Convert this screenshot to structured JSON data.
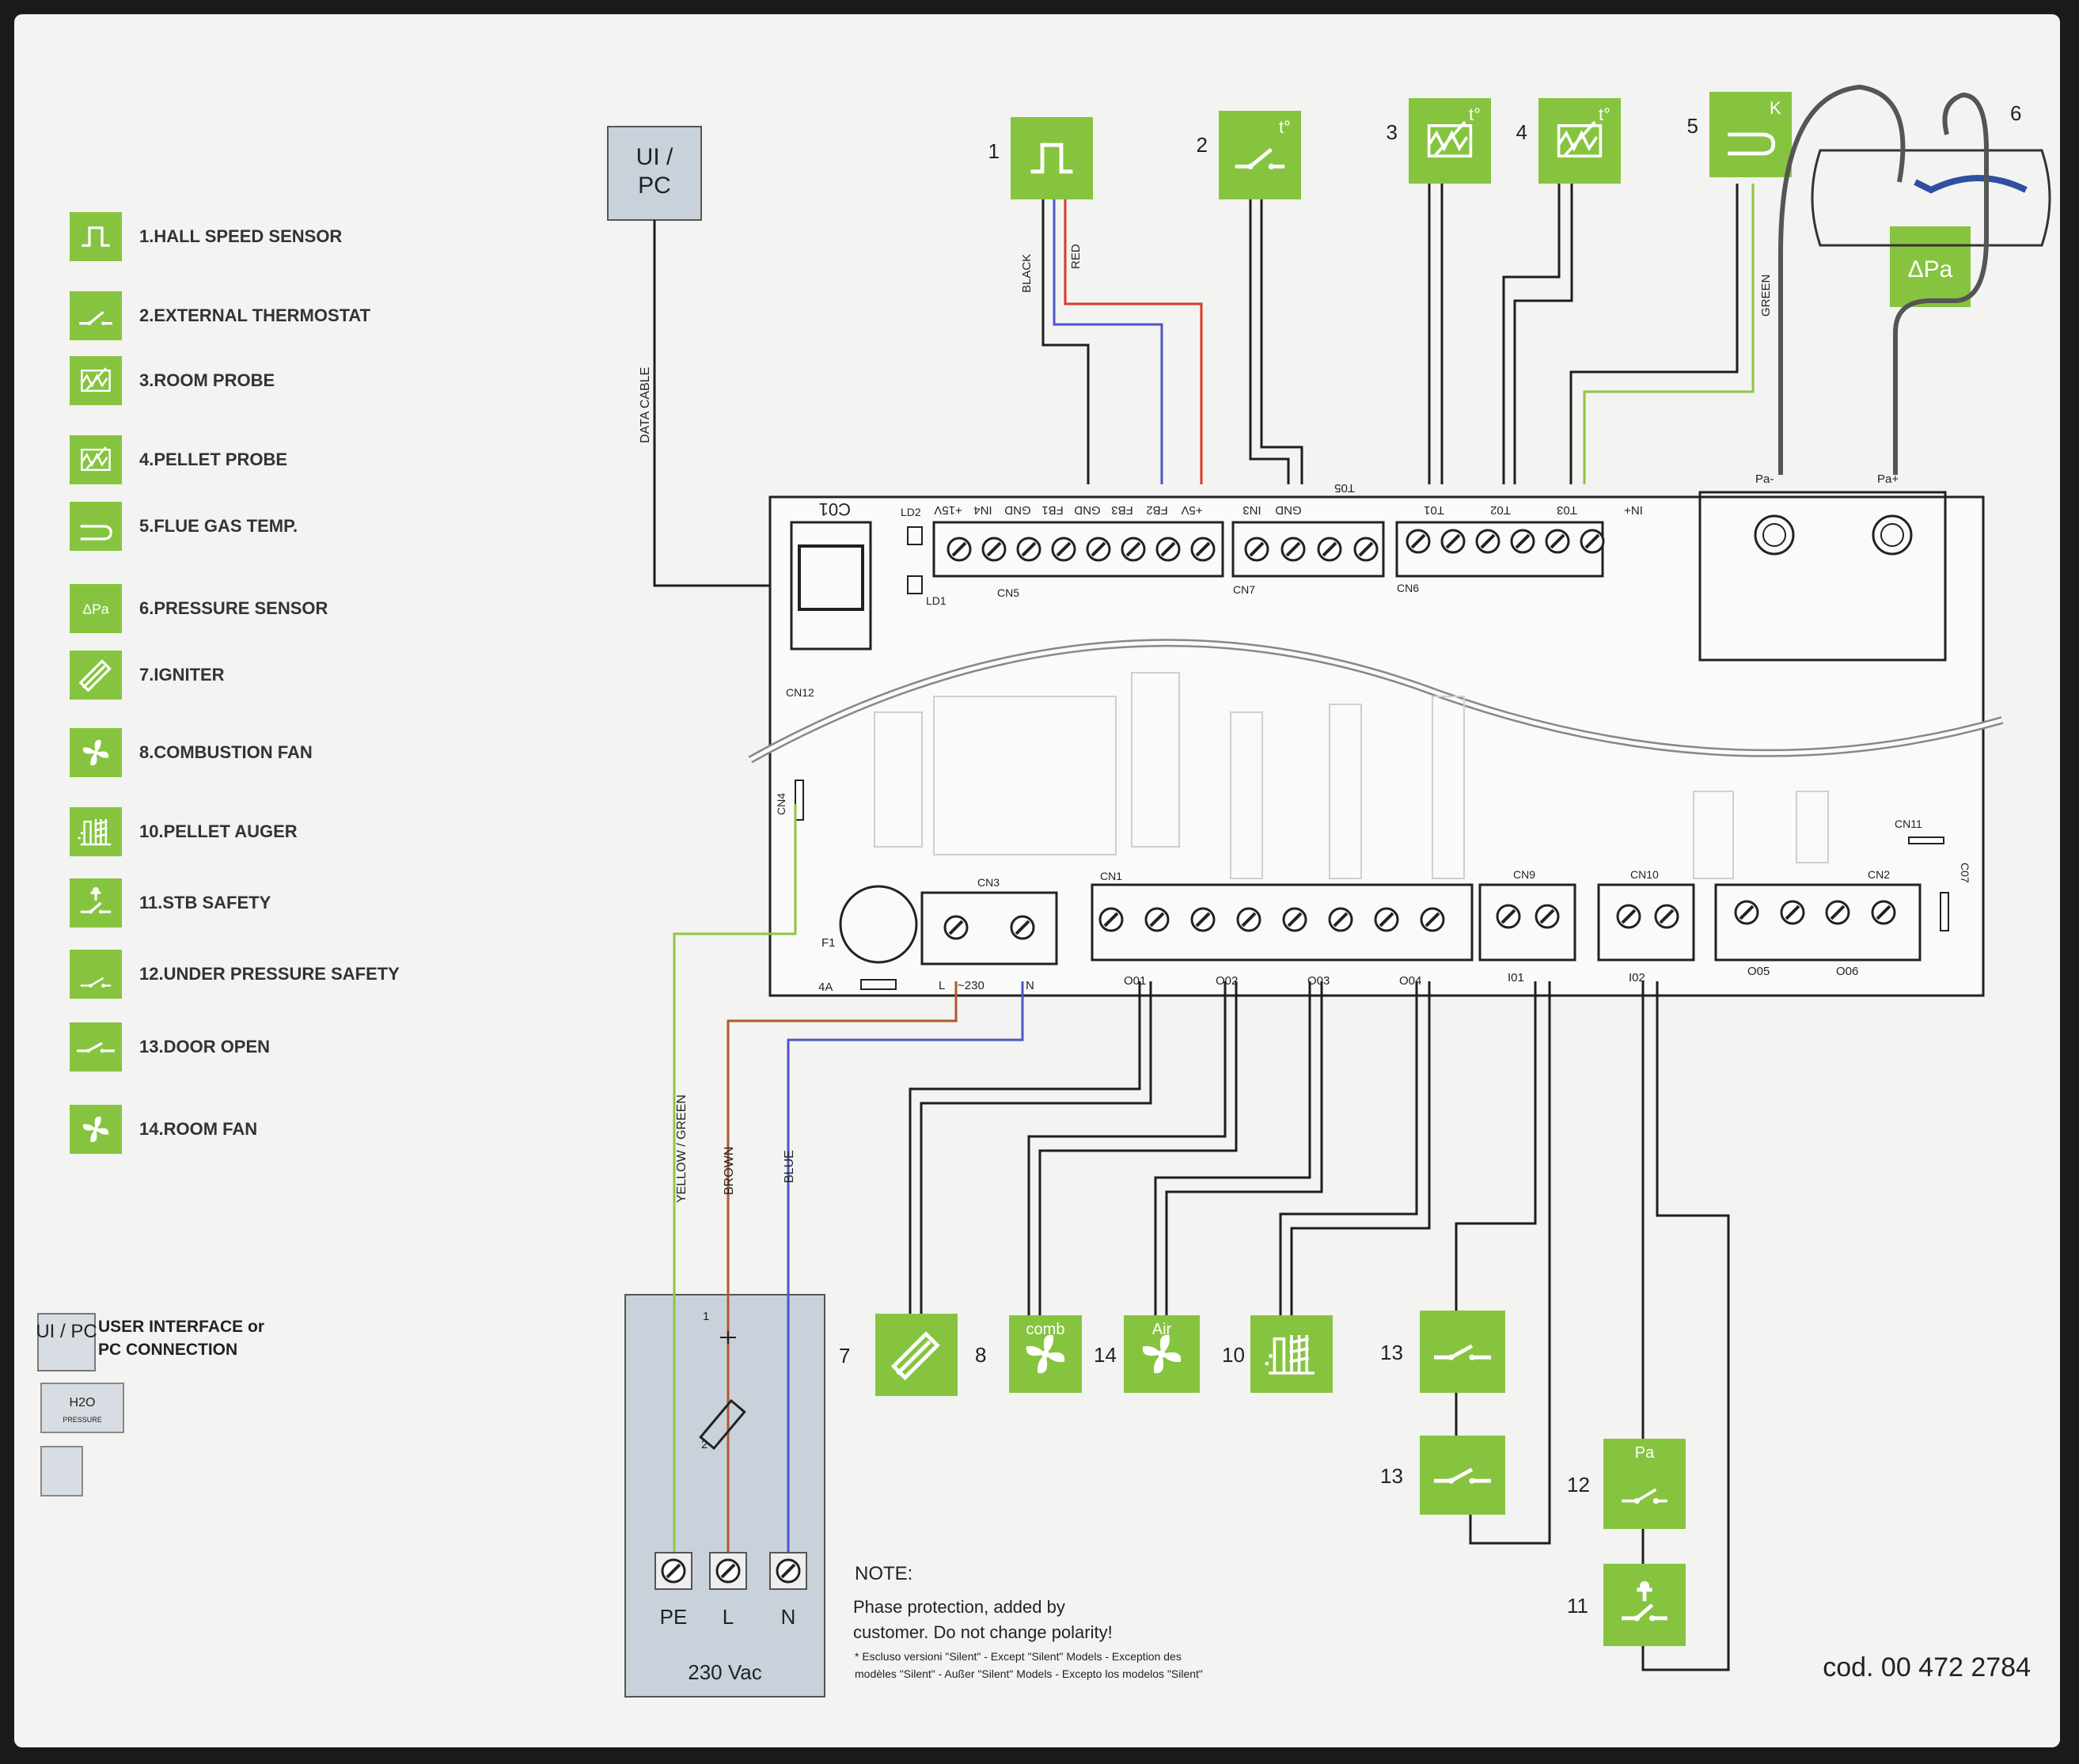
{
  "legend": {
    "items": [
      {
        "label": "1.HALL SPEED SENSOR",
        "icon": "square-pulse-icon"
      },
      {
        "label": "2.EXTERNAL THERMOSTAT",
        "icon": "thermostat-switch-icon"
      },
      {
        "label": "3.ROOM PROBE",
        "icon": "thermistor-icon"
      },
      {
        "label": "4.PELLET PROBE",
        "icon": "thermistor-icon"
      },
      {
        "label": "5.FLUE GAS TEMP.",
        "icon": "thermocouple-icon"
      },
      {
        "label": "6.PRESSURE SENSOR",
        "icon": "pressure-icon"
      },
      {
        "label": "7.IGNITER",
        "icon": "igniter-icon"
      },
      {
        "label": "8.COMBUSTION FAN",
        "icon": "fan-icon"
      },
      {
        "label": "10.PELLET AUGER",
        "icon": "auger-icon"
      },
      {
        "label": "11.STB SAFETY",
        "icon": "stb-safety-icon"
      },
      {
        "label": "12.UNDER PRESSURE SAFETY",
        "icon": "pressure-switch-icon"
      },
      {
        "label": "13.DOOR OPEN",
        "icon": "door-switch-icon"
      },
      {
        "label": "14.ROOM FAN",
        "icon": "fan-icon"
      }
    ],
    "extra": {
      "ui_pc_box": "UI / PC",
      "ui_pc_text_1": "USER INTERFACE or",
      "ui_pc_text_2": "PC CONNECTION",
      "h2o_box": "H2O",
      "h2o_sub": "PRESSURE"
    }
  },
  "ui_pc": {
    "line1": "UI /",
    "line2": "PC",
    "cable_label": "DATA CABLE"
  },
  "top_components": [
    {
      "number": "1",
      "icon": "square-pulse-icon"
    },
    {
      "number": "2",
      "icon": "thermostat-switch-icon",
      "sup": "t°"
    },
    {
      "number": "3",
      "icon": "thermistor-icon",
      "sup": "t°"
    },
    {
      "number": "4",
      "icon": "thermistor-icon",
      "sup": "t°"
    },
    {
      "number": "5",
      "icon": "thermocouple-icon",
      "sup": "K"
    },
    {
      "number": "6",
      "icon": "pressure-icon",
      "sup": "ΔPa"
    }
  ],
  "wire_labels": {
    "black": "BLACK",
    "red": "RED",
    "green": "GREEN",
    "yellow_green": "YELLOW / GREEN",
    "brown": "BROWN",
    "blue": "BLUE"
  },
  "board": {
    "c01": "C01",
    "ld2": "LD2",
    "ld1": "LD1",
    "cn12": "CN12",
    "cn5": "CN5",
    "cn7": "CN7",
    "cn6": "CN6",
    "cn4": "CN4",
    "cn3": "CN3",
    "cn1": "CN1",
    "cn9": "CN9",
    "cn10": "CN10",
    "cn2": "CN2",
    "cn11": "CN11",
    "c07": "C07",
    "fuse": "F1",
    "fuse_rating": "4A",
    "cn5_pins": [
      "+15V",
      "IN4",
      "GND",
      "FB1",
      "GND",
      "FB3",
      "FB2",
      "+5V"
    ],
    "cn7_pins": [
      "IN3",
      "GND"
    ],
    "t05": "T05",
    "cn6_pins": [
      "T01",
      "T02",
      "T03",
      "IN+"
    ],
    "pressure_pins": [
      "Pa-",
      "Pa+"
    ],
    "cn3_pins": [
      "L",
      "~230",
      "N"
    ],
    "outputs": [
      "O01",
      "O02",
      "O03",
      "O04"
    ],
    "inputs": [
      "I01",
      "I02"
    ],
    "outputs2": [
      "O05",
      "O06"
    ]
  },
  "bottom_components": [
    {
      "number": "7",
      "icon": "igniter-icon"
    },
    {
      "number": "8",
      "icon": "fan-icon",
      "sub": "comb"
    },
    {
      "number": "14",
      "icon": "fan-icon",
      "sub": "Air"
    },
    {
      "number": "10",
      "icon": "auger-icon"
    },
    {
      "number": "13",
      "icon": "door-switch-icon"
    },
    {
      "number": "13",
      "icon": "door-switch-icon"
    },
    {
      "number": "12",
      "icon": "pressure-switch-icon",
      "sub": "Pa"
    },
    {
      "number": "11",
      "icon": "stb-safety-icon"
    }
  ],
  "supply": {
    "pe": "PE",
    "l": "L",
    "n": "N",
    "voltage": "230 Vac",
    "pt1": "1",
    "pt2": "2"
  },
  "note": {
    "title": "NOTE:",
    "line1": "Phase protection, added by",
    "line2": "customer. Do not change polarity!",
    "small1": "* Escluso versioni \"Silent\" - Except \"Silent\" Models - Exception des",
    "small2": "modèles \"Silent\" - Außer \"Silent\" Models - Excepto los modelos \"Silent\""
  },
  "code": "cod. 00 472 2784",
  "colors": {
    "green": "#86c440",
    "black": "#1e1e1e",
    "red": "#d83a2b",
    "blue": "#4b57c8",
    "brown": "#b0592a",
    "yellow_green": "#8ec63f",
    "grey_box": "#c9d2da"
  }
}
